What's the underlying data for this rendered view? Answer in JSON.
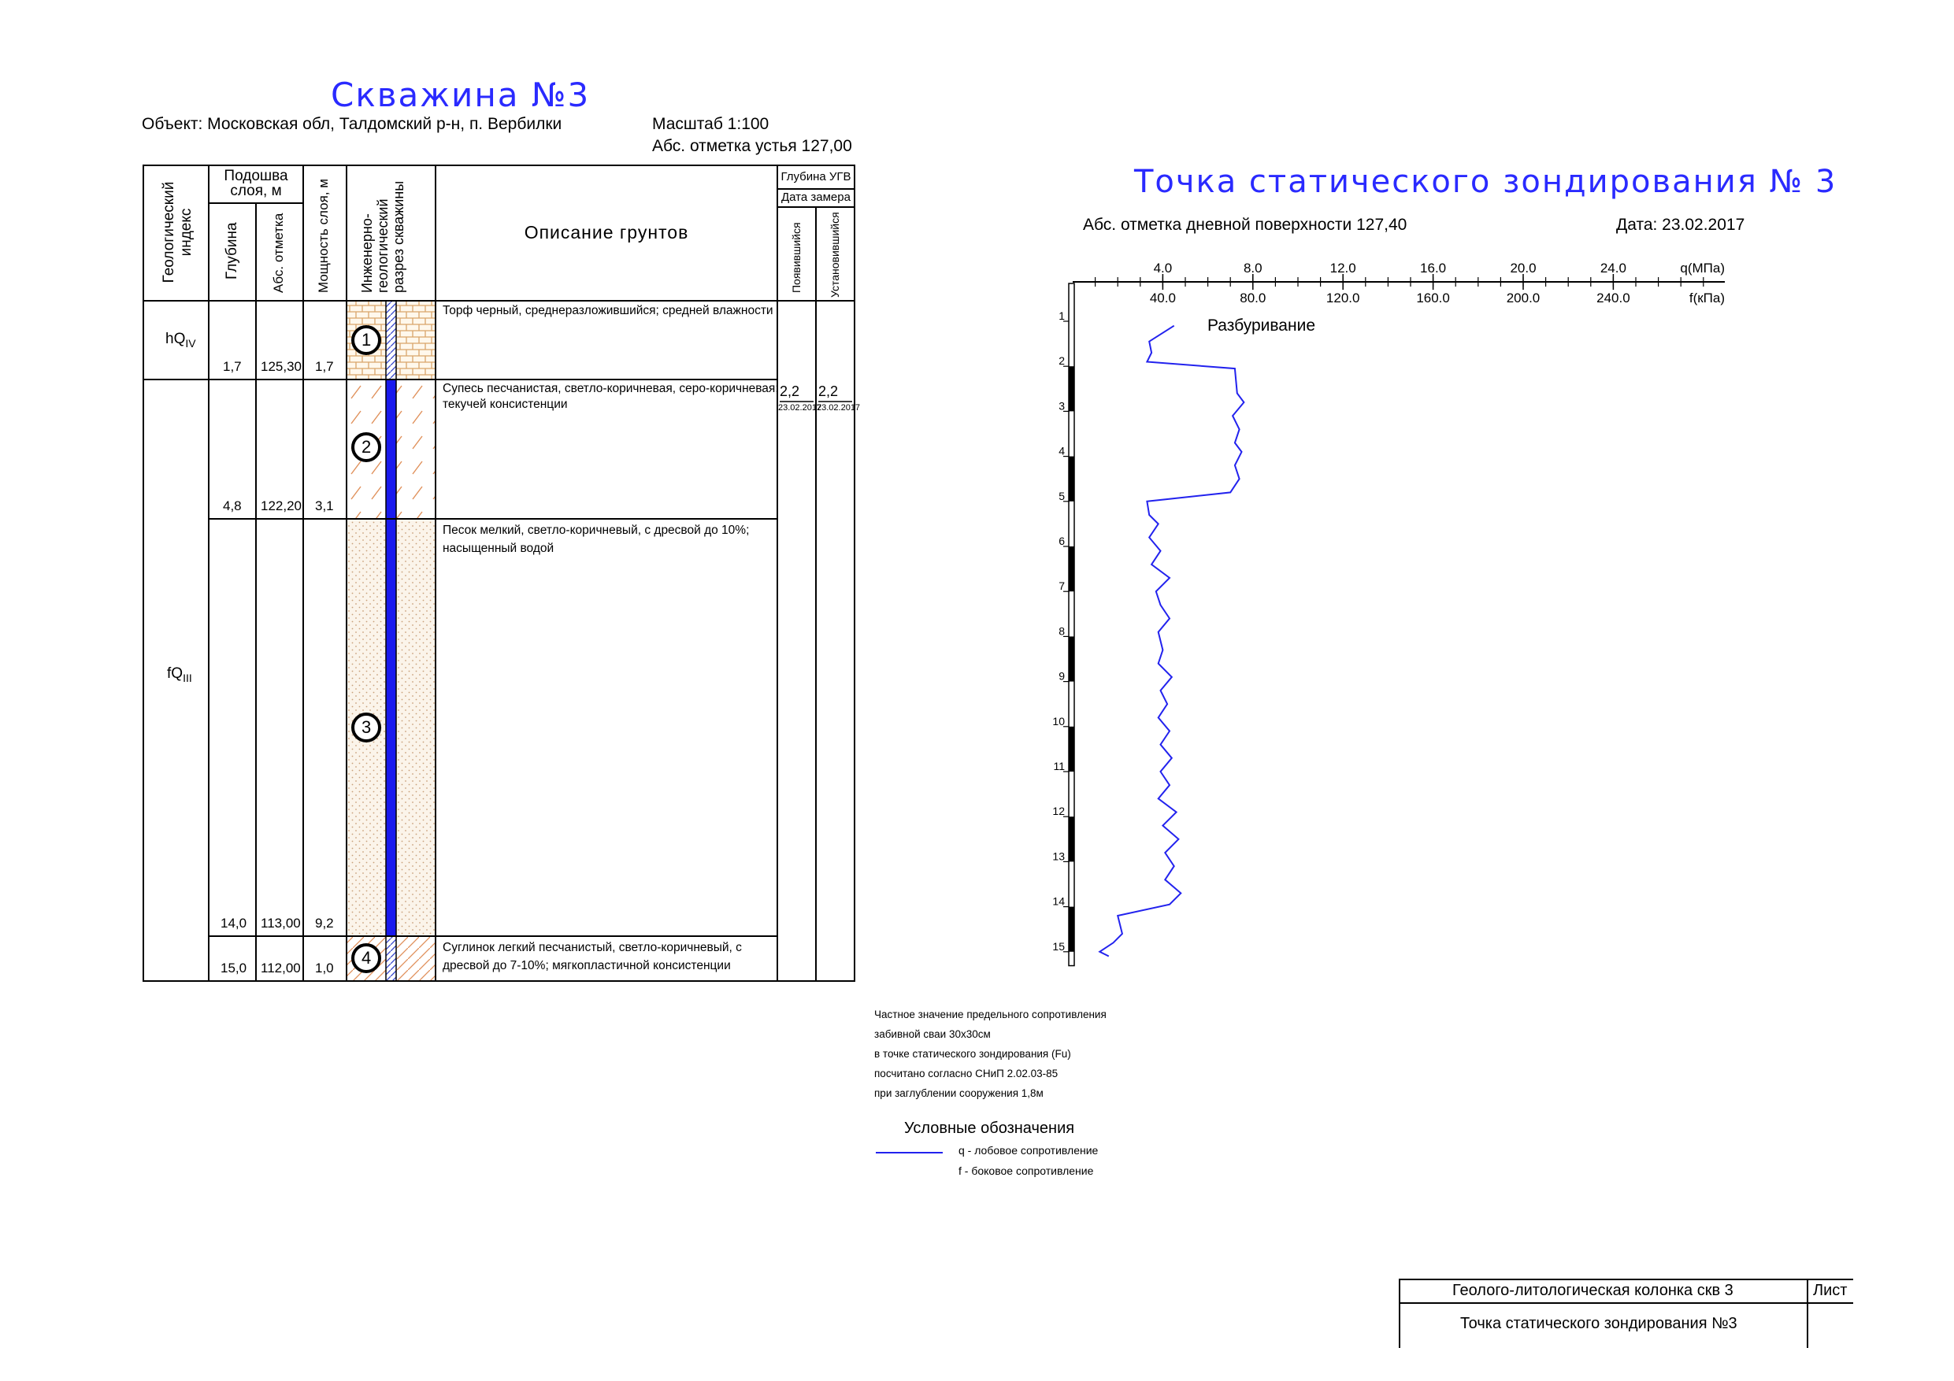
{
  "borehole": {
    "title": "Скважина №3",
    "object": "Объект: Московская обл, Талдомский р-н, п. Вербилки",
    "scale": "Масштаб 1:100",
    "mouth_elevation": "Абс. отметка устья  127,00",
    "headers": {
      "geo_index": "Геологический индекс",
      "sole_depth": "Подошва слоя, м",
      "depth": "Глубина",
      "abs_mark": "Абс. отметка",
      "thickness": "Мощность слоя, м",
      "section": "Инженерно- геологический разрез скважины",
      "description": "Описание грунтов",
      "gw_depth": "Глубина УГВ",
      "measure_date": "Дата замера",
      "appeared": "Появившийся",
      "established": "Установившийся"
    },
    "geo_indices": [
      {
        "base": "hQ",
        "sub": "IV"
      },
      {
        "base": "fQ",
        "sub": "III"
      }
    ],
    "layers": [
      {
        "num": "1",
        "depth": "1,7",
        "abs": "125,30",
        "thickness": "1,7",
        "desc": [
          "Торф черный, среднеразложившийся; средней влажности"
        ]
      },
      {
        "num": "2",
        "depth": "4,8",
        "abs": "122,20",
        "thickness": "3,1",
        "desc": [
          "Супесь песчанистая, светло-коричневая, серо-коричневая;",
          "текучей консистенции"
        ]
      },
      {
        "num": "3",
        "depth": "14,0",
        "abs": "113,00",
        "thickness": "9,2",
        "desc": [
          "Песок мелкий, светло-коричневый, с дресвой до 10%;",
          "насыщенный водой"
        ]
      },
      {
        "num": "4",
        "depth": "15,0",
        "abs": "112,00",
        "thickness": "1,0",
        "desc": [
          "Суглинок легкий песчанистый, светло-коричневый, с",
          "дресвой до 7-10%; мягкопластичной консистенции"
        ]
      }
    ],
    "groundwater": {
      "appeared_depth": "2,2",
      "appeared_date": "23.02.2017",
      "established_depth": "2,2",
      "established_date": "23.02.2017"
    }
  },
  "sounding": {
    "title": "Точка статического зондирования № 3",
    "surface_elevation": "Абс. отметка дневной поверхности  127,40",
    "date": "Дата: 23.02.2017",
    "annotation": "Разбуривание",
    "line_color": "#2222ee"
  },
  "chart_data": {
    "type": "line",
    "x_axis_q": {
      "label": "q(МПа)",
      "ticks": [
        "4.0",
        "8.0",
        "12.0",
        "16.0",
        "20.0",
        "24.0"
      ],
      "values": [
        4,
        8,
        12,
        16,
        20,
        24
      ]
    },
    "x_axis_f": {
      "label": "f(кПа)",
      "ticks": [
        "40.0",
        "80.0",
        "120.0",
        "160.0",
        "200.0",
        "240.0"
      ],
      "values": [
        40,
        80,
        120,
        160,
        200,
        240
      ]
    },
    "y_axis_depth": {
      "ticks": [
        "1",
        "2",
        "3",
        "4",
        "5",
        "6",
        "7",
        "8",
        "9",
        "10",
        "11",
        "12",
        "13",
        "14",
        "15"
      ],
      "range": [
        0.5,
        15.1
      ]
    },
    "series": [
      {
        "name": "q",
        "points": [
          [
            4.5,
            1.1
          ],
          [
            3.4,
            1.45
          ],
          [
            3.5,
            1.7
          ],
          [
            3.3,
            1.9
          ],
          [
            7.2,
            2.05
          ],
          [
            7.3,
            2.6
          ],
          [
            7.6,
            2.8
          ],
          [
            7.1,
            3.1
          ],
          [
            7.4,
            3.4
          ],
          [
            7.2,
            3.7
          ],
          [
            7.5,
            3.9
          ],
          [
            7.2,
            4.2
          ],
          [
            7.4,
            4.5
          ],
          [
            7.0,
            4.8
          ],
          [
            3.3,
            5.0
          ],
          [
            3.4,
            5.3
          ],
          [
            3.8,
            5.5
          ],
          [
            3.4,
            5.8
          ],
          [
            3.9,
            6.1
          ],
          [
            3.5,
            6.4
          ],
          [
            4.3,
            6.7
          ],
          [
            3.7,
            7.0
          ],
          [
            3.9,
            7.3
          ],
          [
            4.3,
            7.6
          ],
          [
            3.8,
            7.9
          ],
          [
            4.0,
            8.3
          ],
          [
            3.8,
            8.6
          ],
          [
            4.4,
            8.9
          ],
          [
            3.9,
            9.2
          ],
          [
            4.2,
            9.5
          ],
          [
            3.8,
            9.8
          ],
          [
            4.3,
            10.1
          ],
          [
            3.9,
            10.4
          ],
          [
            4.4,
            10.7
          ],
          [
            3.9,
            11.0
          ],
          [
            4.3,
            11.3
          ],
          [
            3.8,
            11.6
          ],
          [
            4.6,
            11.9
          ],
          [
            4.0,
            12.2
          ],
          [
            4.7,
            12.5
          ],
          [
            4.1,
            12.8
          ],
          [
            4.5,
            13.1
          ],
          [
            4.1,
            13.4
          ],
          [
            4.8,
            13.7
          ],
          [
            4.3,
            13.95
          ],
          [
            2.0,
            14.2
          ],
          [
            2.2,
            14.6
          ],
          [
            1.8,
            14.8
          ],
          [
            1.2,
            15.0
          ],
          [
            1.6,
            15.1
          ]
        ]
      }
    ]
  },
  "pile_note": [
    "Частное значение предельного сопротивления",
    "забивной сваи  30х30см",
    "в точке статического зондирования (Fu)",
    "посчитано согласно  СНиП 2.02.03-85",
    "при заглублении сооружения  1,8м"
  ],
  "legend": {
    "title": "Условные обозначения",
    "q": "q - лобовое сопротивление",
    "f": "f - боковое сопротивление"
  },
  "title_block": {
    "line1": "Геолого-литологическая колонка скв 3",
    "sheet": "Лист",
    "line2": "Точка статического зондирования №3"
  }
}
